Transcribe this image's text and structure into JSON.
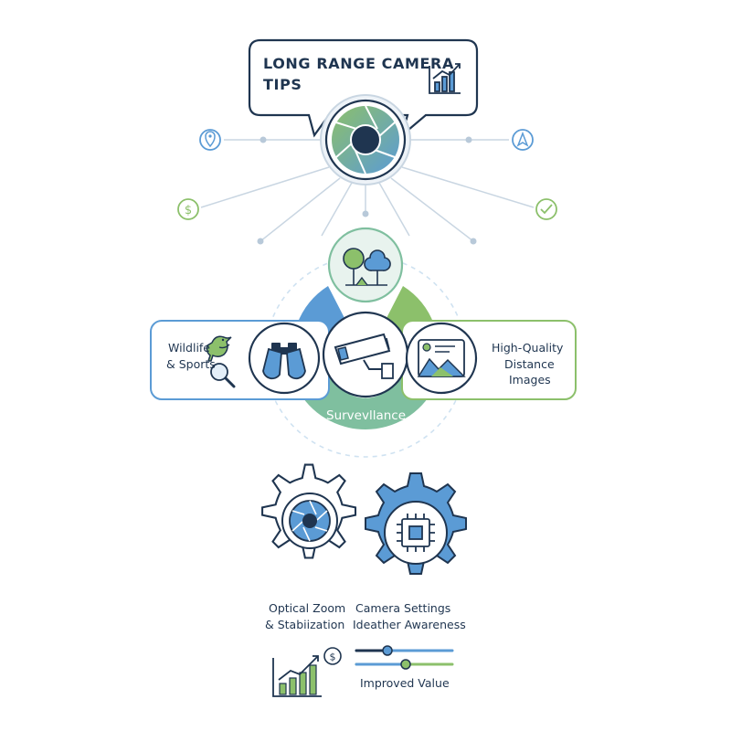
{
  "title": {
    "line1": "LONG RANGE CAMERA",
    "line2": "TIPS"
  },
  "hub": {
    "left_label": {
      "line1": "Wildlife",
      "line2": "& Sports"
    },
    "right_label": {
      "line1": "High-Quality",
      "line2": "Distance",
      "line3": "Images"
    },
    "bottom_label": "Survevllance"
  },
  "gears": {
    "left_label": {
      "line1": "Optical Zoom",
      "line2": "& Stabiization"
    },
    "right_label": {
      "line1": "Camera Settings",
      "line2": "Ideather Awareness"
    }
  },
  "footer": {
    "value_label": "Improved Value"
  },
  "colors": {
    "navy": "#1f3550",
    "blue": "#5b9bd5",
    "green": "#8cc06b",
    "teal": "#7fbf9f",
    "light_blue": "#cfe2f1",
    "light_green": "#d9ecce"
  },
  "icons": [
    "location-pin-icon",
    "navigation-icon",
    "dollar-icon",
    "check-icon",
    "bar-chart-icon",
    "tree-icon",
    "bird-icon",
    "magnifier-icon",
    "binoculars-icon",
    "security-camera-icon",
    "landscape-image-icon",
    "aperture-icon",
    "chip-icon",
    "growth-chart-icon",
    "slider-icon"
  ]
}
